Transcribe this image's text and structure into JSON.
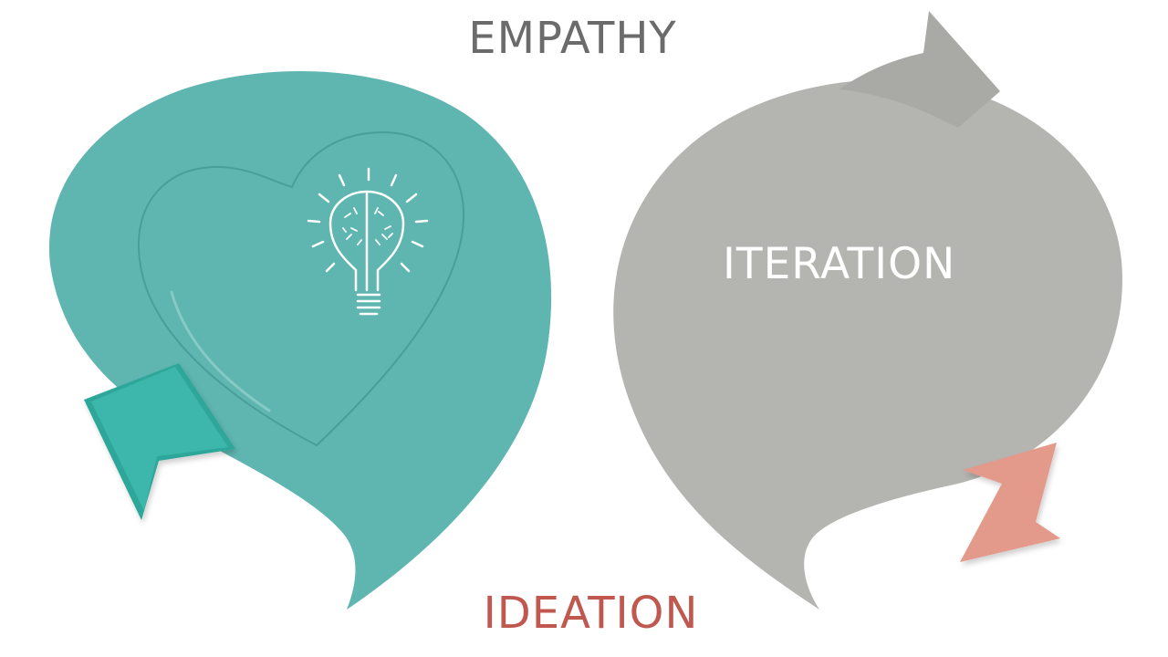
{
  "labels": {
    "top": "EMPATHY",
    "right_bubble": "ITERATION",
    "bottom": "IDEATION"
  },
  "icons": {
    "heart": "heart-icon",
    "lightbulb": "lightbulb-brain-icon",
    "arrows": [
      "left-arrow-icon",
      "top-right-arrow-icon",
      "bottom-right-arrow-icon"
    ]
  },
  "colors": {
    "teal_bubble": "#5fb5b0",
    "teal_arrow": "#3db7ab",
    "gray_bubble": "#b4b4b1",
    "gray_arrow": "#a9a9a6",
    "salmon_arrow": "#e49a8b",
    "empathy_text": "#6b6b6b",
    "ideation_text": "#c0584f",
    "iteration_text": "#ffffff"
  }
}
